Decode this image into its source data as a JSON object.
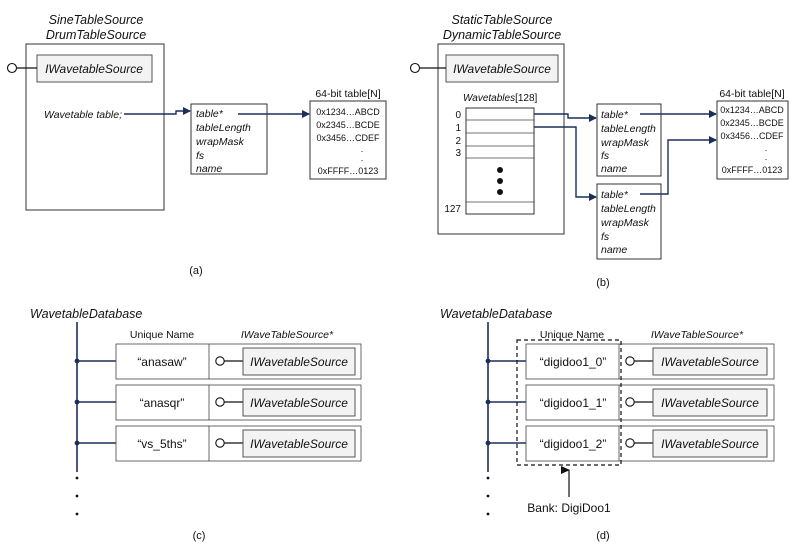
{
  "panel_a": {
    "title_line1": "SineTableSource",
    "title_line2": "DrumTableSource",
    "interface": "IWavetableSource",
    "member": "Wavetable table;",
    "struct_fields": [
      "table*",
      "tableLength",
      "wrapMask",
      "fs",
      "name"
    ],
    "table_header": "64-bit table[N]",
    "table_rows": [
      "0x1234…ABCD",
      "0x2345…BCDE",
      "0x3456…CDEF",
      ".",
      ".",
      "0xFFFF…0123"
    ],
    "caption": "(a)"
  },
  "panel_b": {
    "title_line1": "StaticTableSource",
    "title_line2": "DynamicTableSource",
    "interface": "IWavetableSource",
    "array_label_name": "Wavetables",
    "array_label_size": "[128]",
    "indices": [
      "0",
      "1",
      "2",
      "3",
      "127"
    ],
    "struct_fields": [
      "table*",
      "tableLength",
      "wrapMask",
      "fs",
      "name"
    ],
    "table_header": "64-bit table[N]",
    "table_rows": [
      "0x1234…ABCD",
      "0x2345…BCDE",
      "0x3456…CDEF",
      ".",
      ".",
      "0xFFFF…0123"
    ],
    "caption": "(b)"
  },
  "panel_c": {
    "title": "WavetableDatabase",
    "col_name": "Unique Name",
    "col_ptr": "IWaveTableSource*",
    "rows": [
      {
        "name": "“anasaw”",
        "source": "IWavetableSource"
      },
      {
        "name": "“anasqr”",
        "source": "IWavetableSource"
      },
      {
        "name": "“vs_5ths”",
        "source": "IWavetableSource"
      }
    ],
    "caption": "(c)"
  },
  "panel_d": {
    "title": "WavetableDatabase",
    "col_name": "Unique Name",
    "col_ptr": "IWaveTableSource*",
    "rows": [
      {
        "name": "“digidoo1_0”",
        "source": "IWavetableSource"
      },
      {
        "name": "“digidoo1_1”",
        "source": "IWavetableSource"
      },
      {
        "name": "“digidoo1_2”",
        "source": "IWavetableSource"
      }
    ],
    "bank_label": "Bank: DigiDoo1",
    "caption": "(d)"
  },
  "colors": {
    "wire": "#1c2f5a",
    "ink": "#111111"
  }
}
